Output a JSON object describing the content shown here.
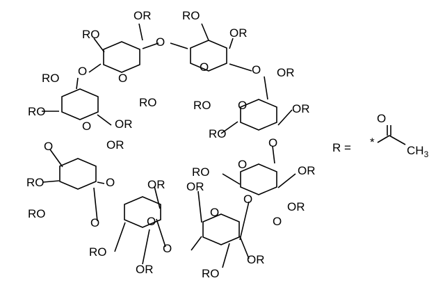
{
  "title": "Cyclodextrin peracetate structure",
  "labels": [
    "RO",
    "OR",
    "O",
    "RO",
    "OR",
    "O",
    "O",
    "RO",
    "O",
    "RO",
    "RO",
    "OR",
    "O",
    "RO",
    "OR",
    "O",
    "O",
    "OR",
    "RO",
    "O",
    "OR",
    "O",
    "RO",
    "O",
    "RO",
    "O",
    "OR",
    "OR",
    "OR",
    "O",
    "RO",
    "O",
    "O",
    "O",
    "OR",
    "O",
    "O",
    "RO",
    "OR",
    "RO",
    "OR"
  ],
  "r_group": {
    "lhs": "R =",
    "star": "*",
    "oxygen": "O",
    "methyl": "CH",
    "methyl_sub": "3"
  }
}
